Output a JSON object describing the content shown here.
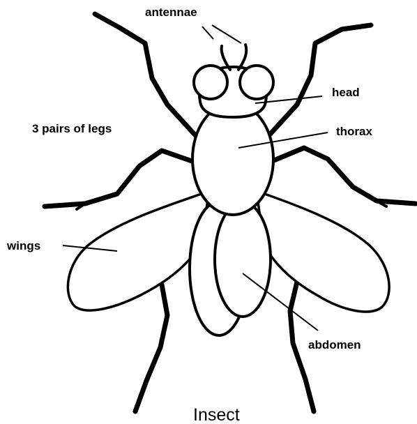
{
  "diagram": {
    "title": "Insect",
    "labels": {
      "antennae": "antennae",
      "head": "head",
      "thorax": "thorax",
      "legs": "3 pairs of legs",
      "wings": "wings",
      "abdomen": "abdomen"
    },
    "colors": {
      "line": "#000000",
      "background": "#ffffff"
    }
  }
}
